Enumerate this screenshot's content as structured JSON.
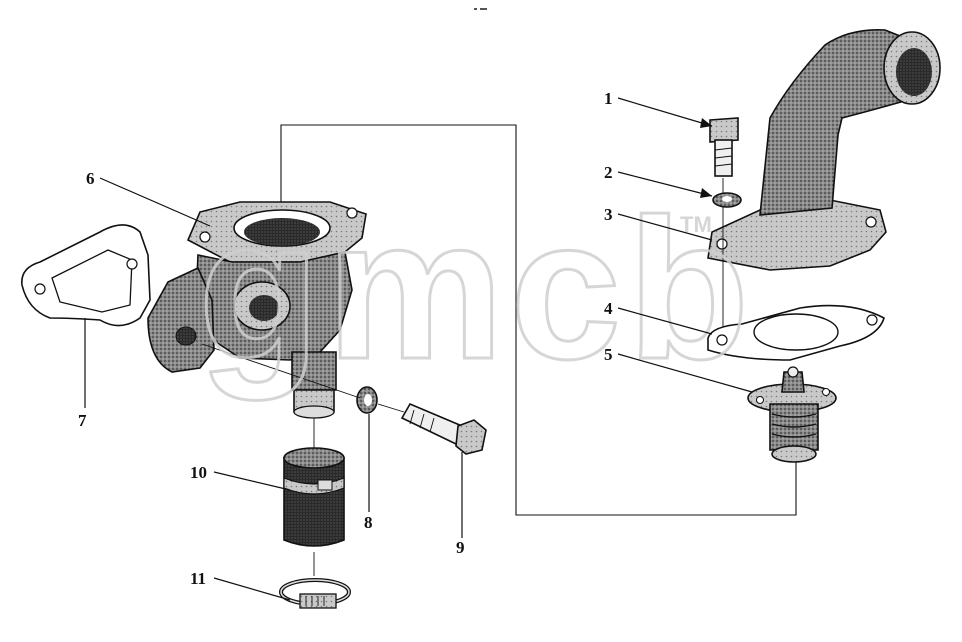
{
  "watermark": {
    "text": "gmcb",
    "tm": "TM"
  },
  "callouts": [
    {
      "id": "1",
      "label": "1"
    },
    {
      "id": "2",
      "label": "2"
    },
    {
      "id": "3",
      "label": "3"
    },
    {
      "id": "4",
      "label": "4"
    },
    {
      "id": "5",
      "label": "5"
    },
    {
      "id": "6",
      "label": "6"
    },
    {
      "id": "7",
      "label": "7"
    },
    {
      "id": "8",
      "label": "8"
    },
    {
      "id": "9",
      "label": "9"
    },
    {
      "id": "10",
      "label": "10"
    },
    {
      "id": "11",
      "label": "11"
    }
  ]
}
